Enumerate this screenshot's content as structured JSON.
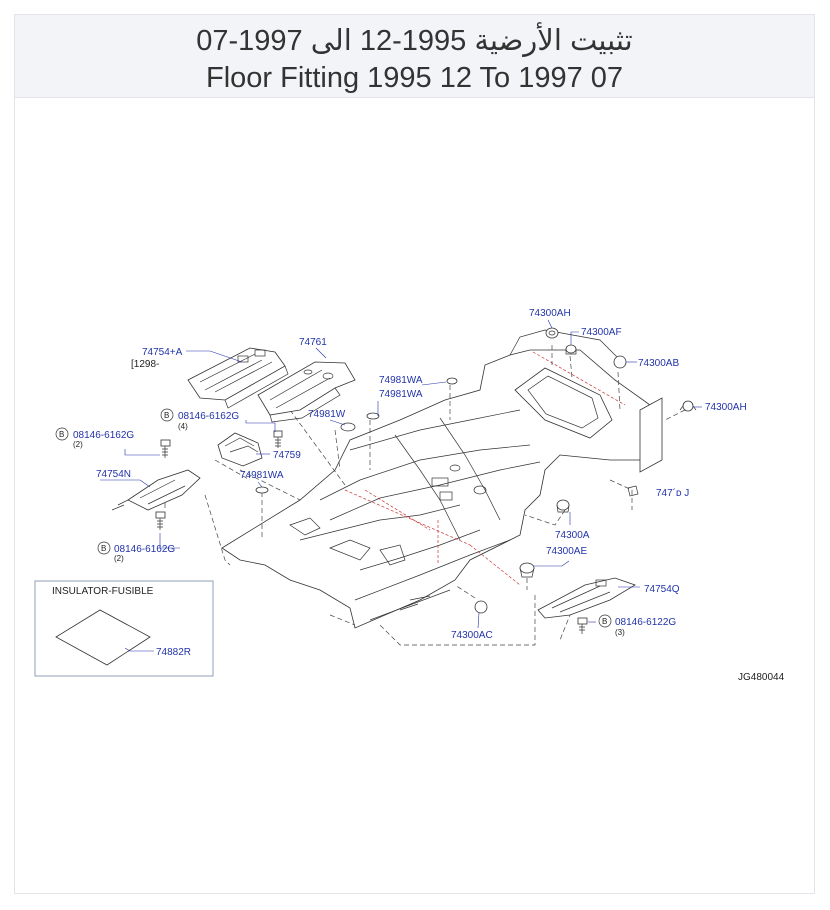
{
  "header": {
    "title_ar": "تثبيت الأرضية 1995-12 الى 1997-07",
    "title_en": "Floor Fitting 1995 12 To 1997 07"
  },
  "diagram": {
    "callouts": {
      "p74754A": "74754+A",
      "p1298": "[1298-",
      "p74761": "74761",
      "p08146_6162G_a": "08146-6162G",
      "qty4": "(4)",
      "p08146_6162G_b": "08146-6162G",
      "qty2_a": "(2)",
      "p74981W": "74981W",
      "p74759": "74759",
      "p74754N": "74754N",
      "p74981WA_c": "74981WA",
      "p08146_6162G_c": "08146-6162G",
      "qty2_b": "(2)",
      "p74981WA_a": "74981WA",
      "p74981WA_b": "74981WA",
      "p74300AH_a": "74300AH",
      "p74300AF": "74300AF",
      "p74300AB": "74300AB",
      "p74300AH_b": "74300AH",
      "p74761J": "747´ᴅ J",
      "p74300A": "74300A",
      "p74300AE": "74300AE",
      "p74754Q": "74754Q",
      "p08146_6122G": "08146-6122G",
      "qty3": "(3)",
      "p74300AC": "74300AC",
      "p74882R": "74882R",
      "bolt_mark": "B"
    },
    "inset_title": "INSULATOR-FUSIBLE",
    "diagram_code": "JG480044"
  }
}
